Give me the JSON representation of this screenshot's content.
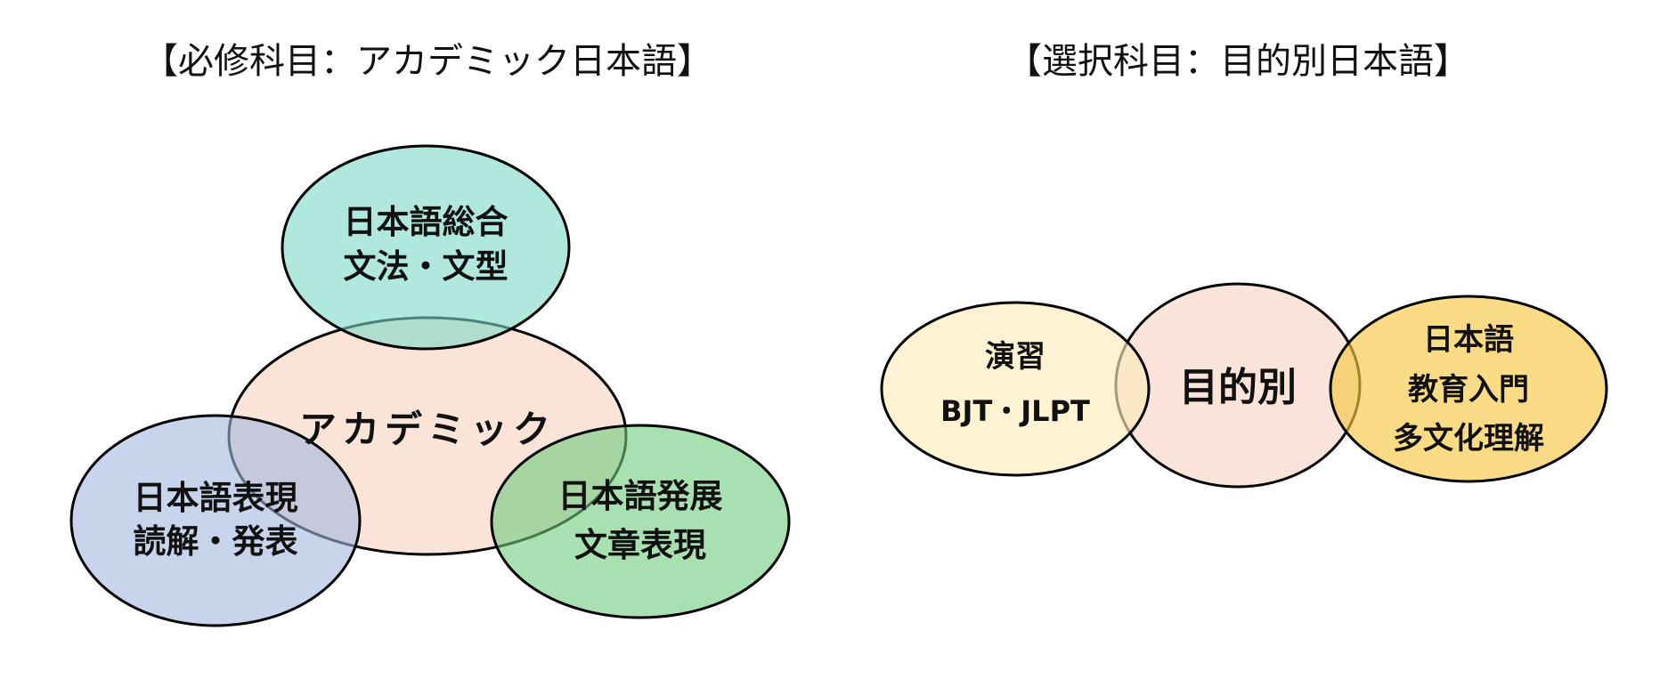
{
  "left_diagram": {
    "title": "【必修科目：アカデミック日本語】",
    "center": {
      "label": "アカデミック",
      "color": "#f7d2bd"
    },
    "top": {
      "line1": "日本語総合",
      "line2": "文法・文型",
      "color": "#7dd9c8"
    },
    "bottom_left": {
      "line1": "日本語表現",
      "line2": "読解・発表",
      "color": "#a4b8df"
    },
    "bottom_right": {
      "line1": "日本語発展",
      "line2": "文章表現",
      "color": "#6fcc7e"
    }
  },
  "right_diagram": {
    "title": "【選択科目：目的別日本語】",
    "left": {
      "line1": "演習",
      "line2": "BJT・JLPT",
      "color": "#fcebb9"
    },
    "center": {
      "label": "目的別",
      "color": "#f8d9cc"
    },
    "right": {
      "line1": "日本語",
      "line2": "教育入門",
      "line3": "多文化理解",
      "color": "#f5c842"
    }
  }
}
